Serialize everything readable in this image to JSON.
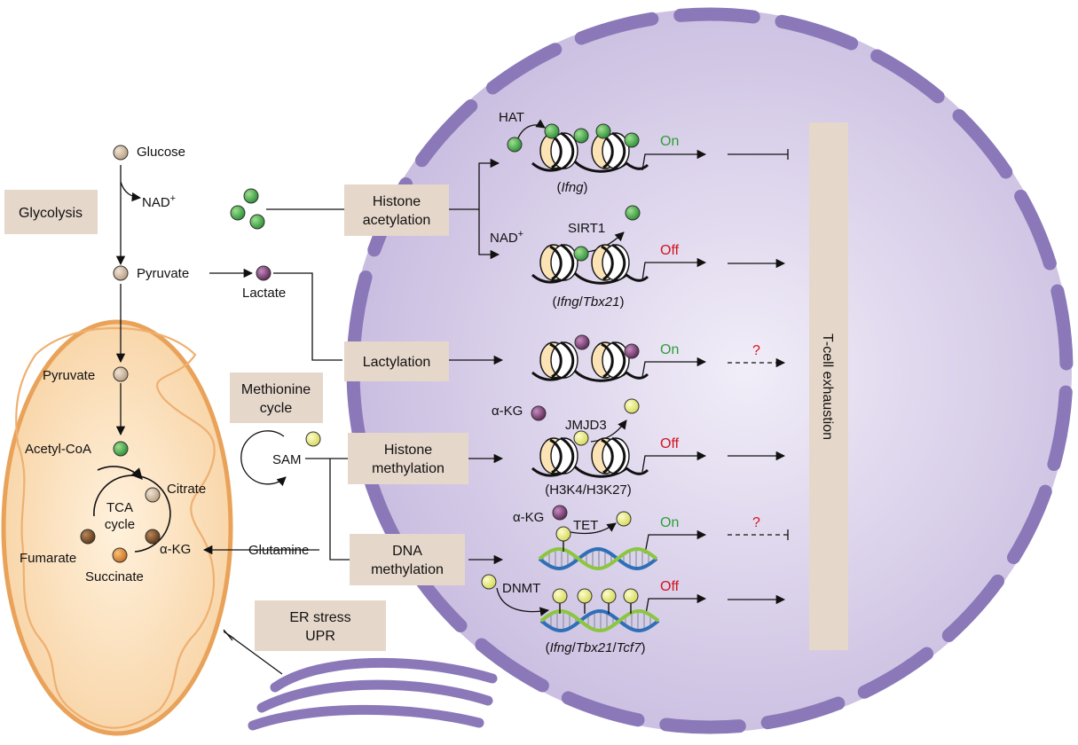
{
  "colors": {
    "nucleus_fill": "#cfc5e3",
    "nucleus_pore": "#8a78b8",
    "mito_fill": "#fbe0bc",
    "mito_edge": "#e9a259",
    "box_fill": "#e6d7cb",
    "acetyl_green": "#3aaa45",
    "lactyl_purple": "#7b3f72",
    "methyl_yellow": "#eef08a",
    "metabolite_tan": "#d6c2aa",
    "on_green": "#2e9d3a",
    "off_red": "#d2141c",
    "dna_blue": "#2f6fb7",
    "dna_green": "#8cc63f"
  },
  "glycolysis": {
    "box": "Glycolysis",
    "glucose": "Glucose",
    "nad": "NAD",
    "nad_sup": "+",
    "pyruvate": "Pyruvate",
    "lactate": "Lactate"
  },
  "mito": {
    "pyruvate": "Pyruvate",
    "acetyl_coa": "Acetyl-CoA",
    "citrate": "Citrate",
    "tca_line1": "TCA",
    "tca_line2": "cycle",
    "akg": "α-KG",
    "fumarate": "Fumarate",
    "succinate": "Succinate",
    "glutamine": "Glutamine"
  },
  "methionine": {
    "box_line1": "Methionine",
    "box_line2": "cycle",
    "sam": "SAM"
  },
  "er": {
    "line1": "ER stress",
    "line2": "UPR"
  },
  "boxes": {
    "histone_acetylation_1": "Histone",
    "histone_acetylation_2": "acetylation",
    "lactylation": "Lactylation",
    "histone_methylation_1": "Histone",
    "histone_methylation_2": "methylation",
    "dna_methylation_1": "DNA",
    "dna_methylation_2": "methylation"
  },
  "nucleus": {
    "hat": "HAT",
    "ifng": "Ifng",
    "nad": "NAD",
    "nad_sup": "+",
    "sirt1": "SIRT1",
    "ifng2": "Ifng",
    "tbx21": "Tbx21",
    "akg1": "α-KG",
    "jmjd3": "JMJD3",
    "h3k": "(H3K4/H3K27)",
    "akg2": "α-KG",
    "tet": "TET",
    "dnmt": "DNMT",
    "ifng3": "Ifng",
    "tbx21b": "Tbx21",
    "tcf7": "Tcf7",
    "on": "On",
    "off": "Off",
    "question": "?",
    "exhaustion": "T-cell exhaustion"
  }
}
